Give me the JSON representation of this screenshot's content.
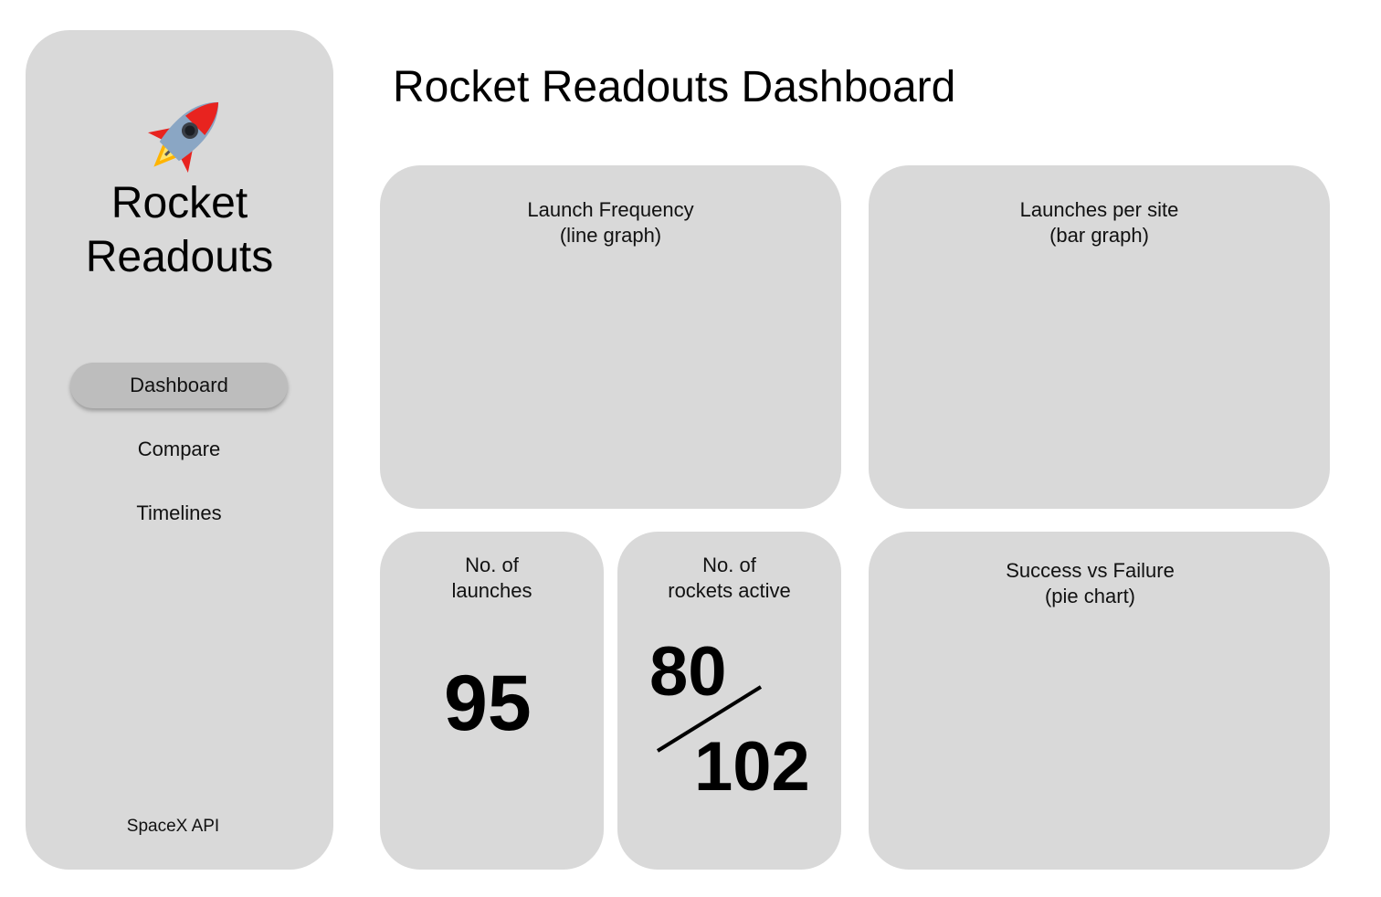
{
  "sidebar": {
    "logo_icon": "rocket-icon",
    "app_name": "Rocket\nReadouts",
    "nav": [
      {
        "label": "Dashboard",
        "active": true
      },
      {
        "label": "Compare",
        "active": false
      },
      {
        "label": "Timelines",
        "active": false
      }
    ],
    "footer": "SpaceX API"
  },
  "header": {
    "title": "Rocket Readouts Dashboard"
  },
  "cards": {
    "launch_frequency": {
      "title": "Launch Frequency\n(line graph)"
    },
    "launches_per_site": {
      "title": "Launches per site\n(bar graph)"
    },
    "num_launches": {
      "title": "No. of\nlaunches",
      "value": "95"
    },
    "rockets_active": {
      "title": "No. of\nrockets active",
      "numerator": "80",
      "denominator": "102"
    },
    "success_failure": {
      "title": "Success vs Failure\n(pie chart)"
    }
  },
  "colors": {
    "panel": "#d9d9d9",
    "active_nav": "#bdbdbd",
    "background": "#ffffff"
  }
}
